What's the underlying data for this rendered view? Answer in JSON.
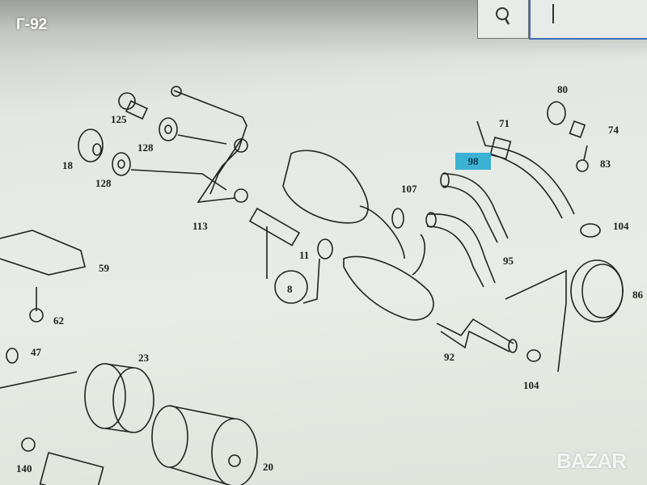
{
  "watermark": "Г-92",
  "logo": "BAZAR",
  "toolbar": {
    "search_icon": "magnifier-icon",
    "tool_icon": "cursor-bar-icon"
  },
  "highlight_color": "#3bb2d3",
  "parts": {
    "p125": "125",
    "p128a": "128",
    "p18": "18",
    "p128b": "128",
    "p113": "113",
    "p107": "107",
    "p98": "98",
    "p71": "71",
    "p80": "80",
    "p74": "74",
    "p83": "83",
    "p104a": "104",
    "p95": "95",
    "p11": "11",
    "p8": "8",
    "p59": "59",
    "p62": "62",
    "p47": "47",
    "p23": "23",
    "p92": "92",
    "p104b": "104",
    "p86": "86",
    "p140": "140",
    "p20": "20"
  }
}
